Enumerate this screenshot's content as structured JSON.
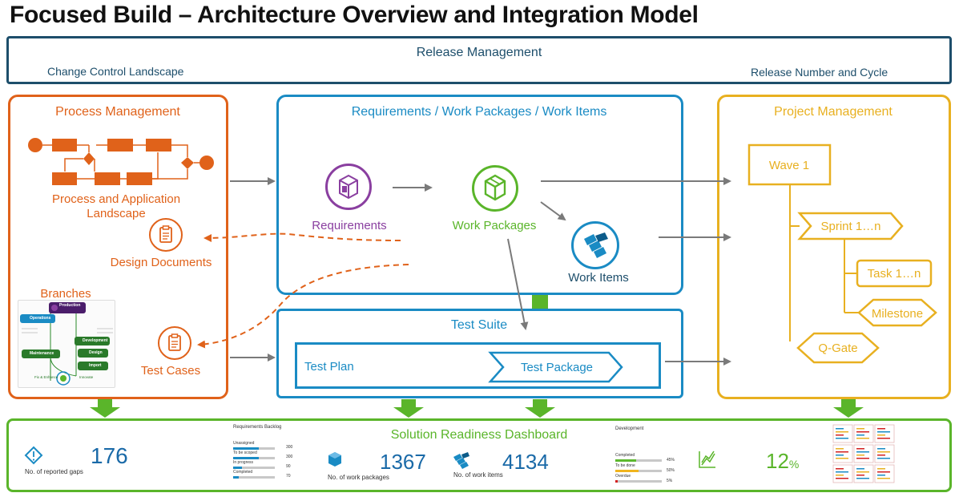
{
  "title": "Focused Build – Architecture Overview and Integration Model",
  "release": {
    "title": "Release Management",
    "left": "Change Control Landscape",
    "right": "Release Number and Cycle"
  },
  "process": {
    "title": "Process Management",
    "landscape": "Process and Application Landscape",
    "landscape_line1": "Process and Application",
    "landscape_line2": "Landscape",
    "design_docs": "Design Documents",
    "branches": "Branches",
    "test_cases": "Test Cases",
    "branch_diagram": {
      "production": "Production",
      "operations": "Operations",
      "maintenance": "Maintenance",
      "development": "Development",
      "design": "Design",
      "import": "Import",
      "fix": "Fix & Enhance",
      "innovate": "Innovate"
    }
  },
  "requirements": {
    "title": "Requirements / Work Packages / Work Items",
    "req": "Requirements",
    "wp": "Work Packages",
    "wi": "Work Items"
  },
  "test_suite": {
    "title": "Test Suite",
    "plan": "Test Plan",
    "package": "Test Package"
  },
  "project": {
    "title": "Project Management",
    "wave": "Wave 1",
    "sprint": "Sprint 1…n",
    "task": "Task 1…n",
    "milestone": "Milestone",
    "qgate": "Q-Gate"
  },
  "dashboard": {
    "title": "Solution Readiness Dashboard",
    "gaps_value": "176",
    "gaps_label": "No. of reported gaps",
    "backlog_title": "Requirements Backlog",
    "backlog": [
      {
        "label": "Unassigned",
        "value": "300",
        "fraction": 0.62
      },
      {
        "label": "To be scoped",
        "value": "300",
        "fraction": 0.62
      },
      {
        "label": "In progress",
        "value": "90",
        "fraction": 0.22
      },
      {
        "label": "Completed",
        "value": "70",
        "fraction": 0.14
      }
    ],
    "wp_value": "1367",
    "wp_label": "No. of work packages",
    "wi_value": "4134",
    "wi_label": "No. of work items",
    "dev_title": "Development",
    "dev": [
      {
        "label": "Completed",
        "value": "45%",
        "fraction": 0.45,
        "color": "#5cb82d"
      },
      {
        "label": "To be done",
        "value": "50%",
        "fraction": 0.5,
        "color": "#f0b41e"
      },
      {
        "label": "Overdue",
        "value": "5%",
        "fraction": 0.05,
        "color": "#d32020"
      }
    ],
    "pct_value": "12",
    "pct_unit": "%"
  },
  "colors": {
    "orange": "#e0621a",
    "blue": "#1a8bc4",
    "gold": "#e8b020",
    "green": "#5ab52a",
    "navy": "#1d4e6b",
    "purple": "#8a3fa0",
    "gray": "#7a7a7a"
  }
}
